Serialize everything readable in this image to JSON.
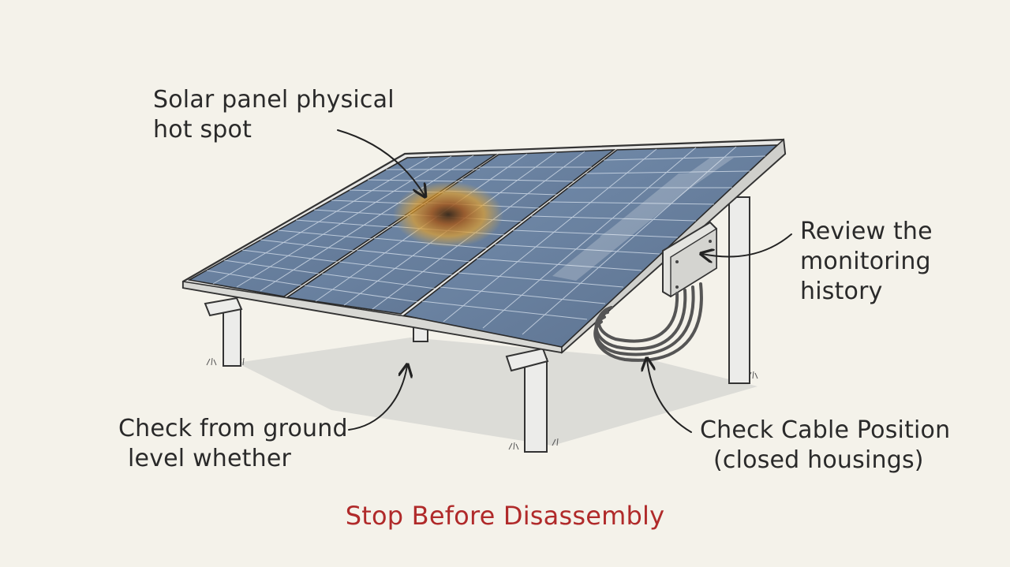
{
  "annotations": {
    "hot_spot": {
      "line1": "Solar panel physical",
      "line2": "hot spot"
    },
    "monitoring": {
      "line1": "Review the",
      "line2": "monitoring",
      "line3": "history"
    },
    "ground_check": {
      "line1": "Check from ground",
      "line2": "level whether"
    },
    "cable_check": {
      "line1": "Check Cable Position",
      "line2": "(closed housings)"
    }
  },
  "warning": "Stop Before Disassembly",
  "colors": {
    "background": "#f4f2ea",
    "warning_text": "#b02a2a",
    "panel_cell": "#5f7a9c",
    "hot_spot": "#e0a030",
    "frame": "#e6e6e6"
  }
}
